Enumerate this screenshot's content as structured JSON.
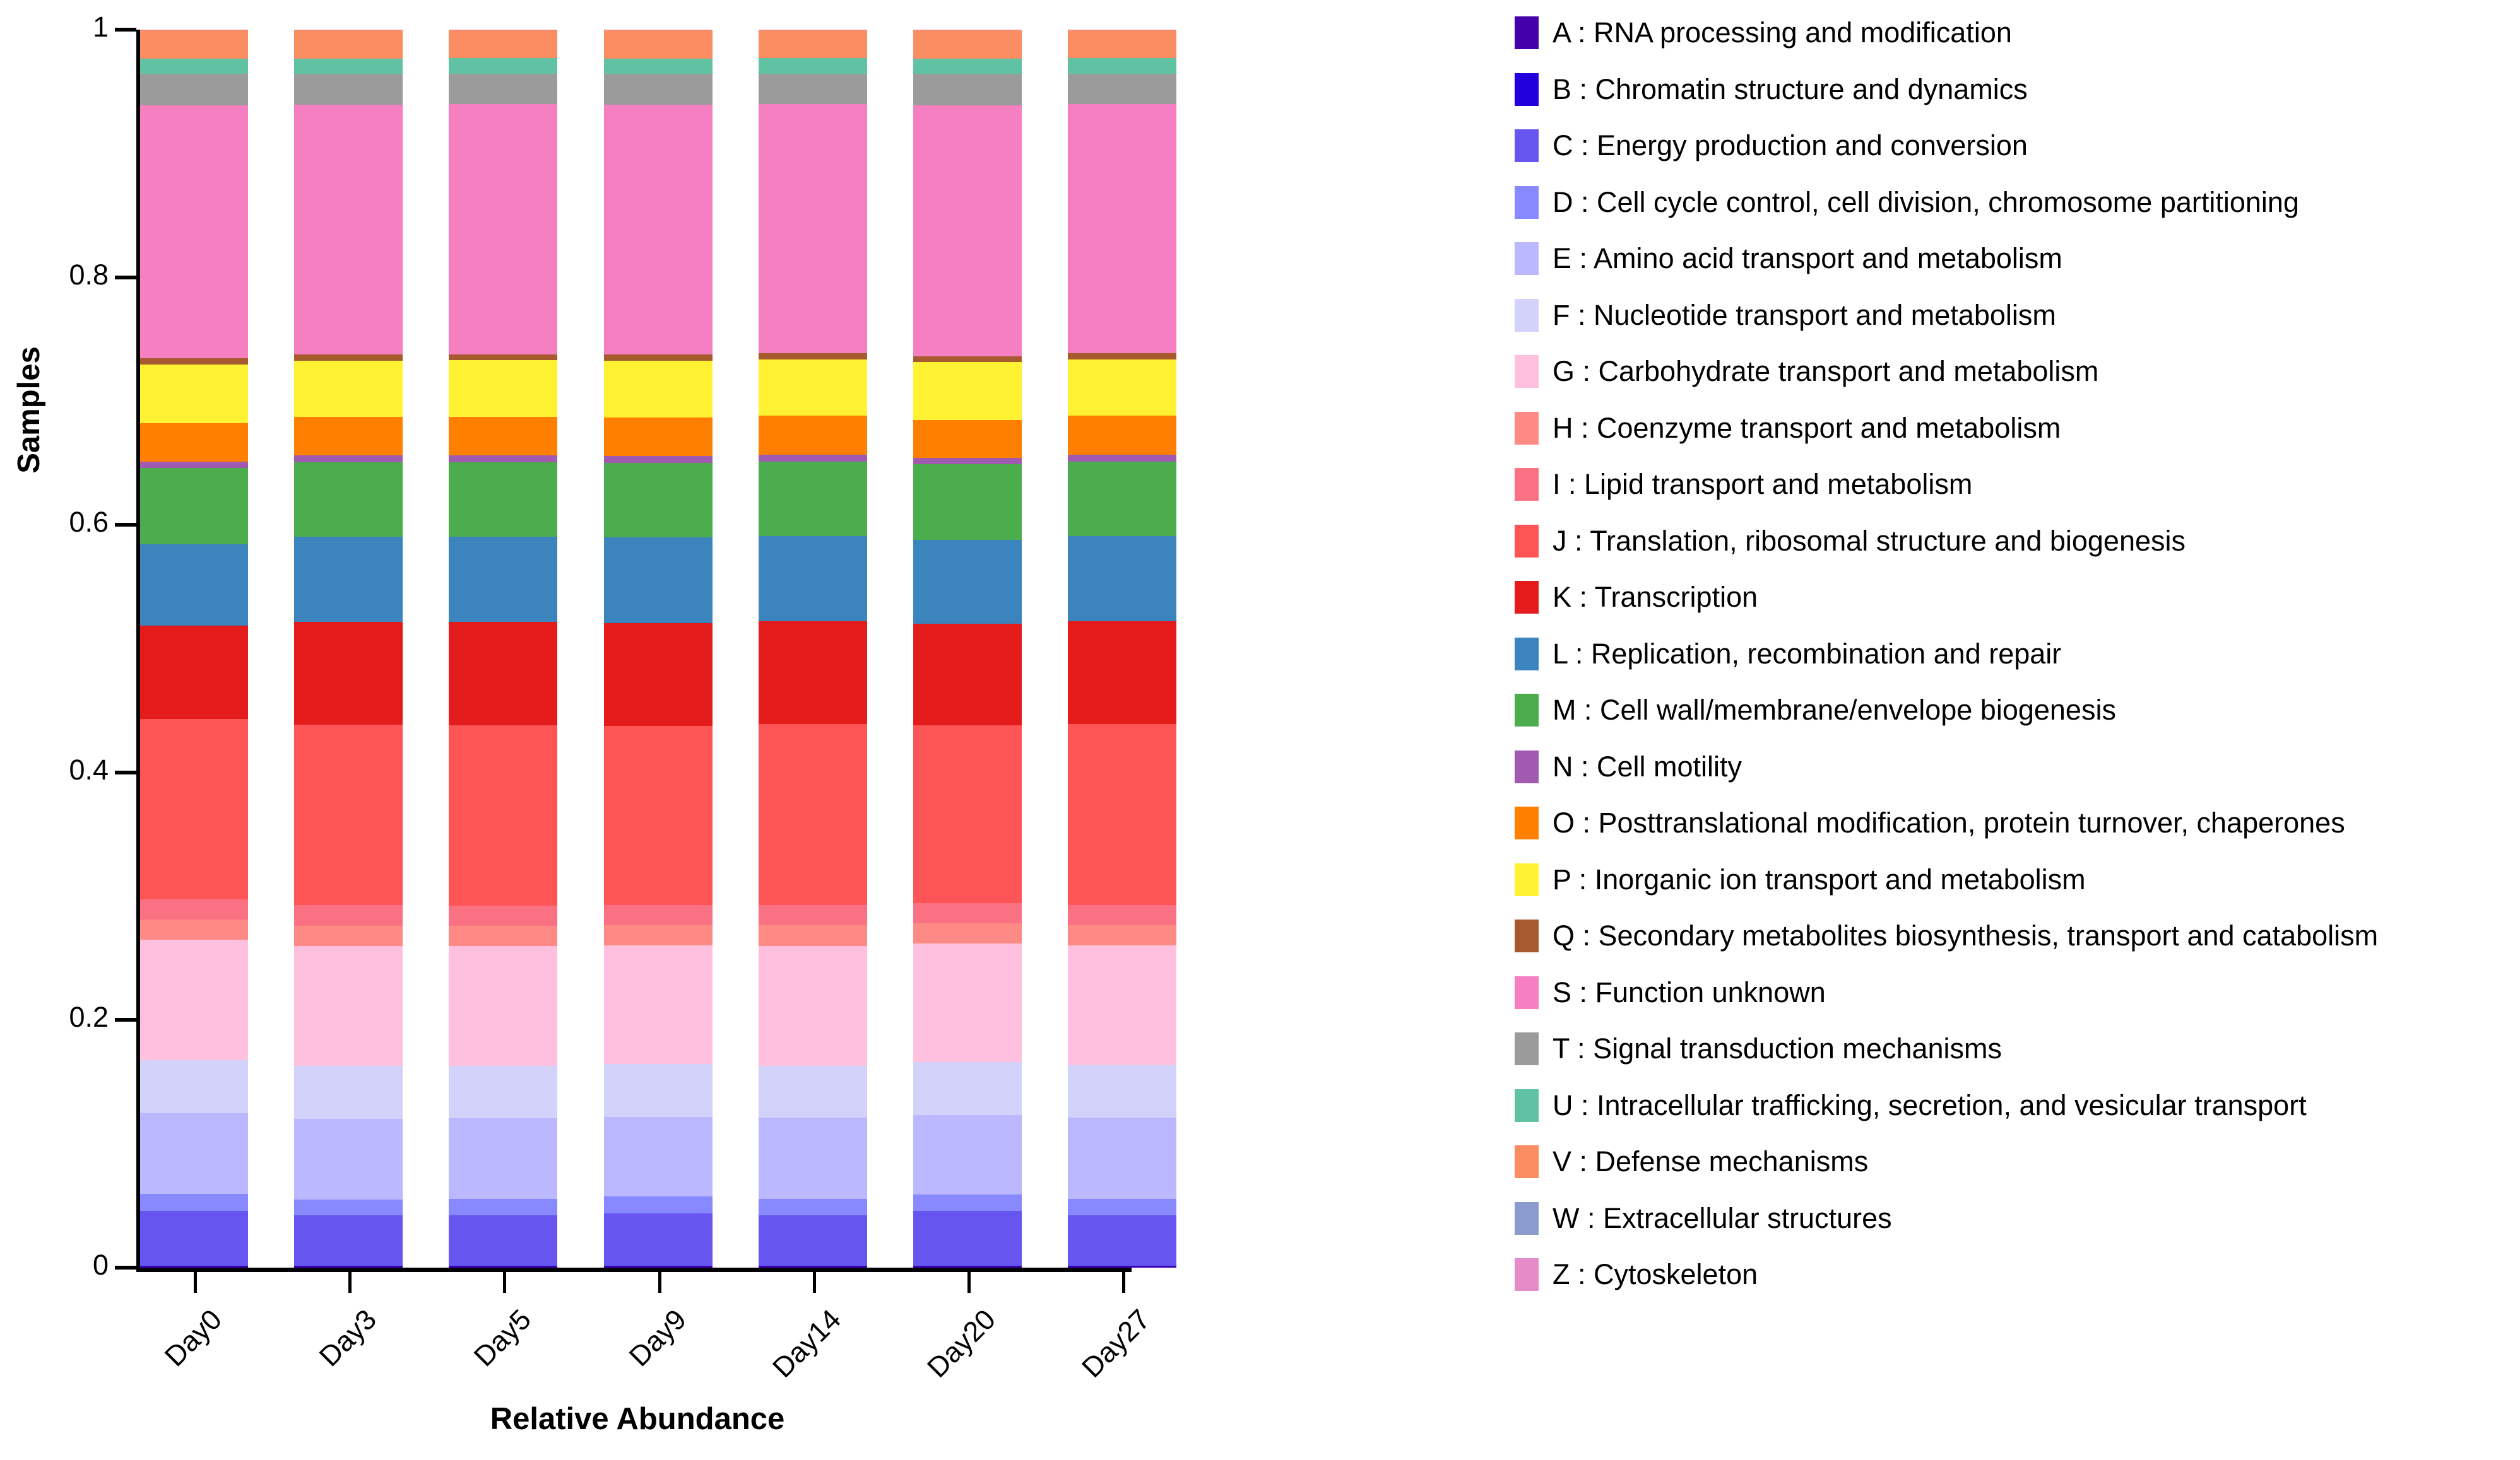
{
  "chart_data": {
    "type": "bar",
    "stacked": true,
    "normalized": true,
    "title": "",
    "xlabel": "Relative Abundance",
    "ylabel": "Samples",
    "ylim": [
      0,
      1
    ],
    "ytick_labels": [
      "0",
      "0.2",
      "0.4",
      "0.6",
      "0.8",
      "1"
    ],
    "ytick_values": [
      0,
      0.2,
      0.4,
      0.6,
      0.8,
      1
    ],
    "grid": false,
    "legend_position": "right",
    "categories": [
      "Day0",
      "Day3",
      "Day5",
      "Day9",
      "Day14",
      "Day20",
      "Day27"
    ],
    "series": [
      {
        "name": "A",
        "label": "A : RNA processing and modification",
        "color": "#4400AA",
        "values": [
          0.0008,
          0.0008,
          0.0008,
          0.0008,
          0.0008,
          0.0008,
          0.0008
        ]
      },
      {
        "name": "B",
        "label": "B : Chromatin structure and dynamics",
        "color": "#2200DD",
        "values": [
          0.0006,
          0.0006,
          0.0006,
          0.0006,
          0.0006,
          0.0006,
          0.0006
        ]
      },
      {
        "name": "C",
        "label": "C : Energy production and conversion",
        "color": "#6655EE",
        "values": [
          0.0455,
          0.042,
          0.042,
          0.044,
          0.042,
          0.0455,
          0.042
        ]
      },
      {
        "name": "D",
        "label": "D : Cell cycle control, cell division, chromosome partitioning",
        "color": "#8888FF",
        "values": [
          0.0137,
          0.0135,
          0.0137,
          0.0137,
          0.0139,
          0.0137,
          0.0139
        ]
      },
      {
        "name": "E",
        "label": "E : Amino acid transport and metabolism",
        "color": "#BBB8FF",
        "values": [
          0.0668,
          0.067,
          0.0673,
          0.0665,
          0.0677,
          0.066,
          0.0678
        ]
      },
      {
        "name": "F",
        "label": "F : Nucleotide transport and metabolism",
        "color": "#D2D2FA",
        "values": [
          0.0437,
          0.044,
          0.0437,
          0.0437,
          0.0432,
          0.0442,
          0.0432
        ]
      },
      {
        "name": "G",
        "label": "G : Carbohydrate transport and metabolism",
        "color": "#FFC0DF",
        "values": [
          0.099,
          0.0995,
          0.0995,
          0.099,
          0.0998,
          0.0985,
          0.0998
        ]
      },
      {
        "name": "H",
        "label": "H : Coenzyme transport and metabolism",
        "color": "#FD8A84",
        "values": [
          0.0168,
          0.017,
          0.0168,
          0.0168,
          0.017,
          0.0165,
          0.017
        ]
      },
      {
        "name": "I",
        "label": "I : Lipid transport and metabolism",
        "color": "#FA7183",
        "values": [
          0.0168,
          0.017,
          0.0168,
          0.0168,
          0.017,
          0.0168,
          0.017
        ]
      },
      {
        "name": "J",
        "label": "J : Translation, ribosomal structure and biogenesis",
        "color": "#FD5555",
        "values": [
          0.1485,
          0.15,
          0.15,
          0.149,
          0.1505,
          0.148,
          0.1505
        ]
      },
      {
        "name": "K",
        "label": "K : Transcription",
        "color": "#E31B1B",
        "values": [
          0.077,
          0.0855,
          0.086,
          0.0855,
          0.0855,
          0.084,
          0.0855
        ]
      },
      {
        "name": "L",
        "label": "L : Replication, recombination and repair",
        "color": "#3C84BD",
        "values": [
          0.0667,
          0.071,
          0.071,
          0.0715,
          0.071,
          0.07,
          0.071
        ]
      },
      {
        "name": "M",
        "label": "M : Cell wall/membrane/envelope biogenesis",
        "color": "#4CAD4C",
        "values": [
          0.063,
          0.062,
          0.062,
          0.062,
          0.062,
          0.0625,
          0.062
        ]
      },
      {
        "name": "N",
        "label": "N : Cell motility",
        "color": "#A05BB0",
        "values": [
          0.0051,
          0.0055,
          0.0055,
          0.0055,
          0.0058,
          0.0053,
          0.0058
        ]
      },
      {
        "name": "O",
        "label": "O : Posttranslational modification, protein turnover, chaperones",
        "color": "#FF8000",
        "values": [
          0.032,
          0.032,
          0.0322,
          0.032,
          0.0322,
          0.0318,
          0.0322
        ]
      },
      {
        "name": "P",
        "label": "P : Inorganic ion transport and metabolism",
        "color": "#FFF233",
        "values": [
          0.0483,
          0.047,
          0.047,
          0.0475,
          0.047,
          0.0478,
          0.047
        ]
      },
      {
        "name": "Q",
        "label": "Q : Secondary metabolites biosynthesis, transport and catabolism",
        "color": "#A65A2E",
        "values": [
          0.0051,
          0.005,
          0.005,
          0.005,
          0.005,
          0.005,
          0.005
        ]
      },
      {
        "name": "S",
        "label": "S : Function unknown",
        "color": "#F57FC0",
        "values": [
          0.208,
          0.208,
          0.208,
          0.208,
          0.2075,
          0.2085,
          0.2075
        ]
      },
      {
        "name": "T",
        "label": "T : Signal transduction mechanisms",
        "color": "#9B9B9B",
        "values": [
          0.026,
          0.0255,
          0.0255,
          0.0255,
          0.0255,
          0.0258,
          0.0255
        ]
      },
      {
        "name": "U",
        "label": "U : Intracellular trafficking, secretion, and vesicular transport",
        "color": "#61C2A3",
        "values": [
          0.0128,
          0.0127,
          0.0127,
          0.0127,
          0.0127,
          0.0128,
          0.0127
        ]
      },
      {
        "name": "V",
        "label": "V : Defense mechanisms",
        "color": "#FA8E62",
        "values": [
          0.0235,
          0.0238,
          0.0235,
          0.0238,
          0.0235,
          0.0238,
          0.0235
        ]
      },
      {
        "name": "W",
        "label": "W : Extracellular structures",
        "color": "#8C9BCE",
        "values": [
          0.0002,
          0.0002,
          0.0002,
          0.0002,
          0.0002,
          0.0002,
          0.0002
        ]
      },
      {
        "name": "Z",
        "label": "Z : Cytoskeleton",
        "color": "#E48BC8",
        "values": [
          0.0001,
          0.0001,
          0.0001,
          0.0001,
          0.0001,
          0.0001,
          0.0001
        ]
      }
    ]
  },
  "axes": {
    "y_title": "Samples",
    "x_title": "Relative Abundance"
  }
}
